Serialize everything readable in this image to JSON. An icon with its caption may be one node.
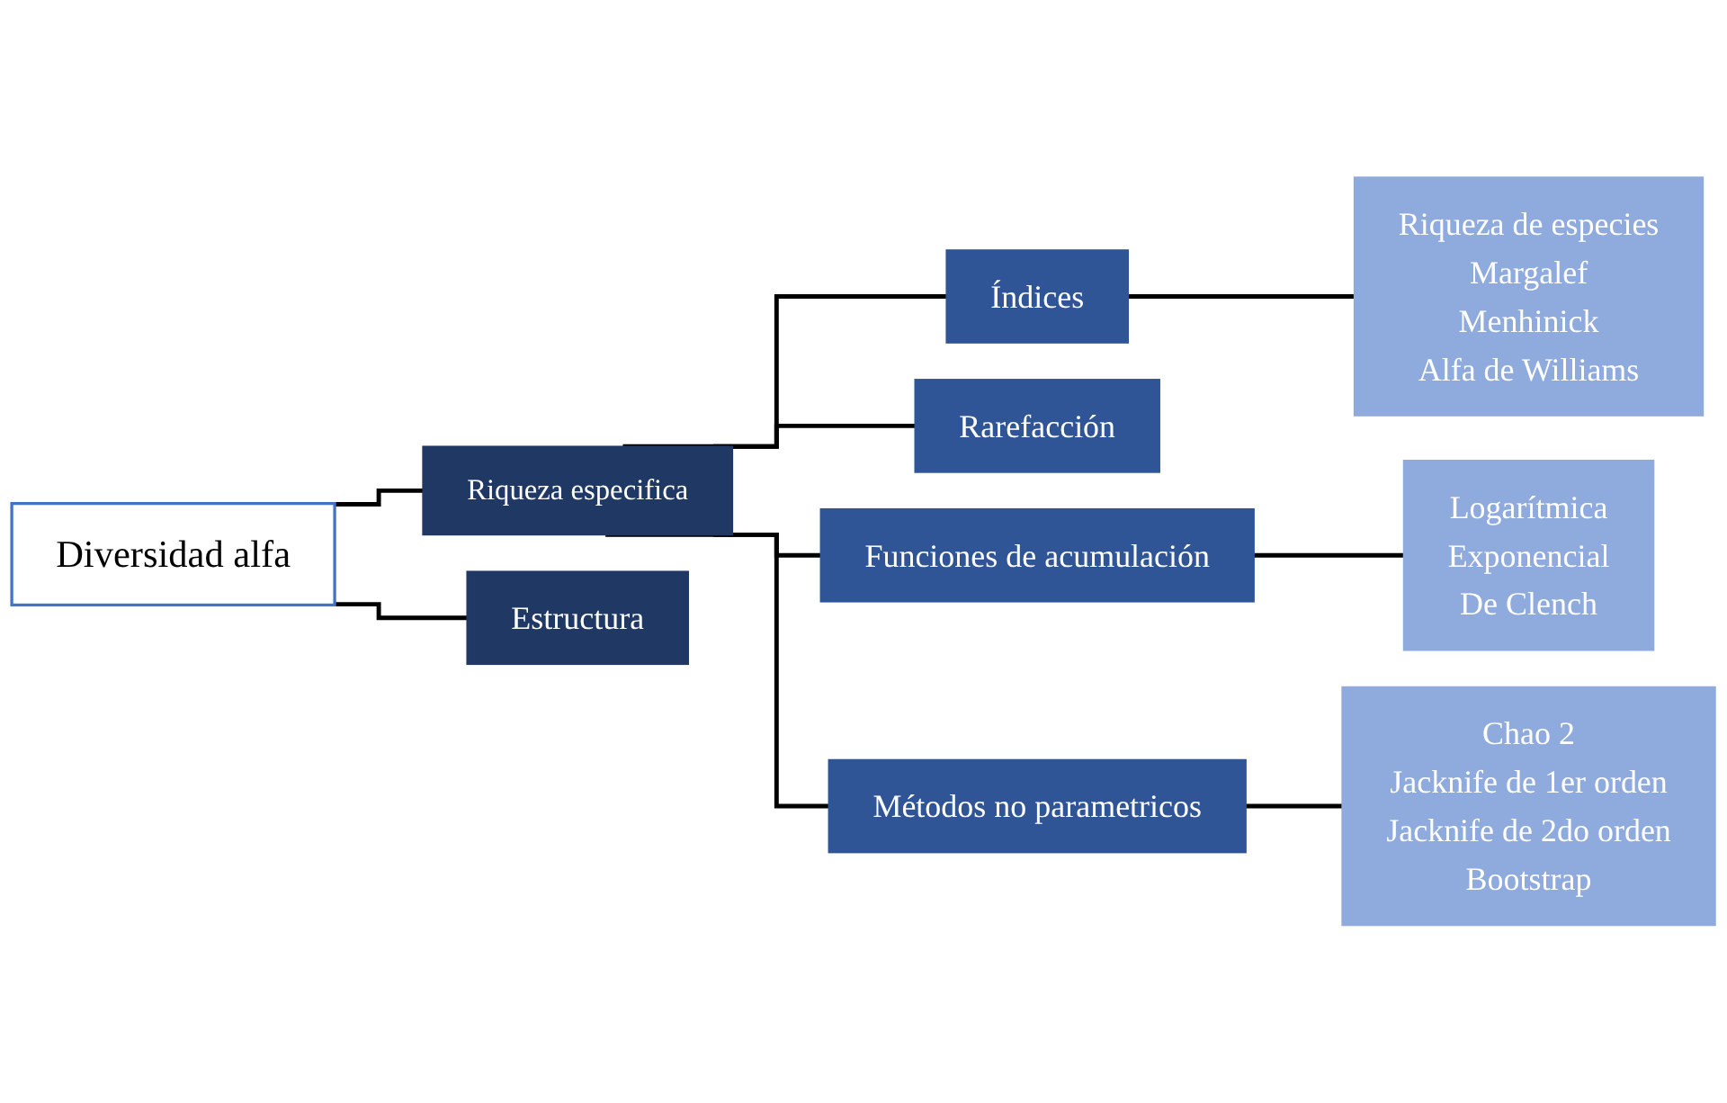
{
  "diagram": {
    "nodes": [
      {
        "text": [
          "Diversidad alfa"
        ]
      },
      {
        "text": [
          "Riqueza especifica"
        ]
      },
      {
        "text": [
          "Estructura"
        ]
      },
      {
        "text": [
          "Índices"
        ]
      },
      {
        "text": [
          "Rarefacción"
        ]
      },
      {
        "text": [
          "Funciones de acumulación"
        ]
      },
      {
        "text": [
          "Métodos no parametricos"
        ]
      },
      {
        "text": [
          "Riqueza de especies",
          "Margalef",
          "Menhinick",
          "Alfa de Williams"
        ]
      },
      {
        "text": [
          "Logarítmica",
          "Exponencial",
          "De Clench"
        ]
      },
      {
        "text": [
          "Chao 2",
          "Jacknife de 1er orden",
          "Jacknife de 2do orden",
          "Bootstrap"
        ]
      }
    ],
    "edges": [
      {
        "from": 0,
        "to": 1,
        "arrow": "none"
      },
      {
        "from": 0,
        "to": 2,
        "arrow": "none"
      },
      {
        "from": 1,
        "to": 3,
        "arrow": "none"
      },
      {
        "from": 1,
        "to": 4,
        "arrow": "none"
      },
      {
        "from": 1,
        "to": 5,
        "arrow": "none"
      },
      {
        "from": 1,
        "to": 6,
        "arrow": "none"
      },
      {
        "from": 3,
        "to": 7,
        "arrow": "none"
      },
      {
        "from": 5,
        "to": 8,
        "arrow": "none"
      },
      {
        "from": 6,
        "to": 9,
        "arrow": "none"
      }
    ]
  }
}
